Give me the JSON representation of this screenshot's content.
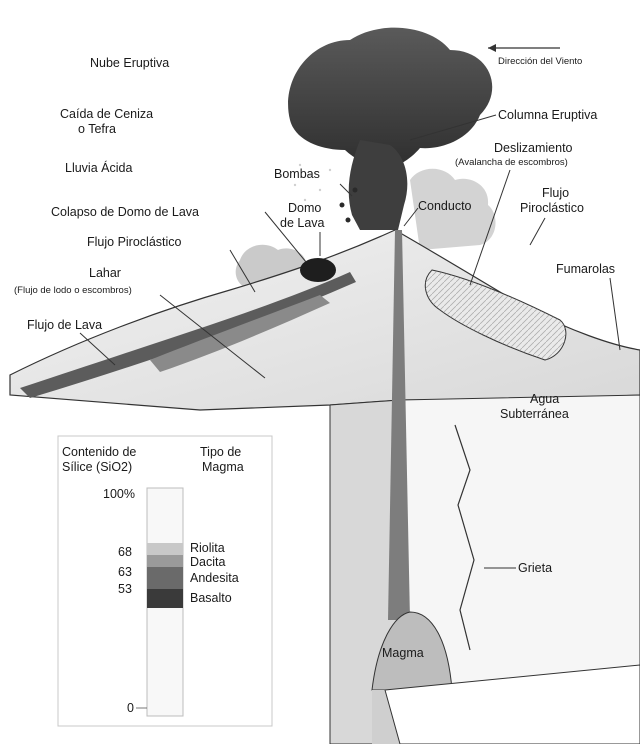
{
  "labels": {
    "nube_eruptiva": "Nube Eruptiva",
    "direccion_viento": "Dirección del Viento",
    "caida_ceniza_1": "Caída de Ceniza",
    "caida_ceniza_2": "o Tefra",
    "columna_eruptiva": "Columna Eruptiva",
    "deslizamiento": "Deslizamiento",
    "avalancha": "(Avalancha de escombros)",
    "lluvia_acida": "Lluvia Ácida",
    "bombas": "Bombas",
    "flujo_piro_right_1": "Flujo",
    "flujo_piro_right_2": "Piroclástico",
    "colapso_domo": "Colapso de Domo de Lava",
    "domo_lava_1": "Domo",
    "domo_lava_2": "de Lava",
    "conducto": "Conducto",
    "flujo_piro_left": "Flujo Piroclástico",
    "fumarolas": "Fumarolas",
    "lahar": "Lahar",
    "lahar_sub": "(Flujo de lodo o escombros)",
    "flujo_lava": "Flujo de Lava",
    "agua_1": "Agua",
    "agua_2": "Subterránea",
    "grieta": "Grieta",
    "magma": "Magma"
  },
  "silica_chart": {
    "header_left_1": "Contenido de",
    "header_left_2": "Sílice (SiO2)",
    "header_right_1": "Tipo de",
    "header_right_2": "Magma",
    "tick_top": "100%",
    "tick_68": "68",
    "tick_63": "63",
    "tick_53": "53",
    "tick_0": "0",
    "riolita": "Riolita",
    "dacita": "Dacita",
    "andesita": "Andesita",
    "basalto": "Basalto",
    "colors": {
      "riolita": "#c8c8c8",
      "dacita": "#9a9a9a",
      "andesita": "#6a6a6a",
      "basalto": "#3a3a3a"
    }
  }
}
